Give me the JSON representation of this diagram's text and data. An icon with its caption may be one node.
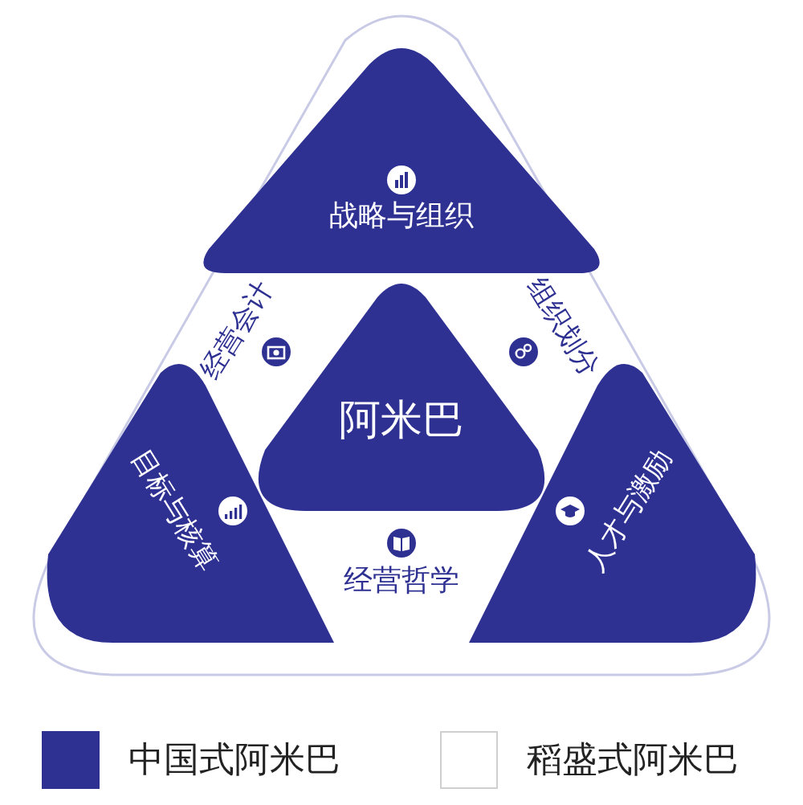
{
  "diagram": {
    "nodes": [
      {
        "text": [
          "战略与组织"
        ]
      },
      {
        "text": [
          "经营会计"
        ]
      },
      {
        "text": [
          "组织划分"
        ]
      },
      {
        "text": [
          "阿米巴"
        ]
      },
      {
        "text": [
          "目标与核算"
        ]
      },
      {
        "text": [
          "人才与激励"
        ]
      },
      {
        "text": [
          "经营哲学"
        ]
      }
    ],
    "edges": [],
    "legend": [
      {
        "text": "中国式阿米巴",
        "color": "#2e3192"
      },
      {
        "text": "稻盛式阿米巴",
        "color": "#ffffff"
      }
    ]
  }
}
